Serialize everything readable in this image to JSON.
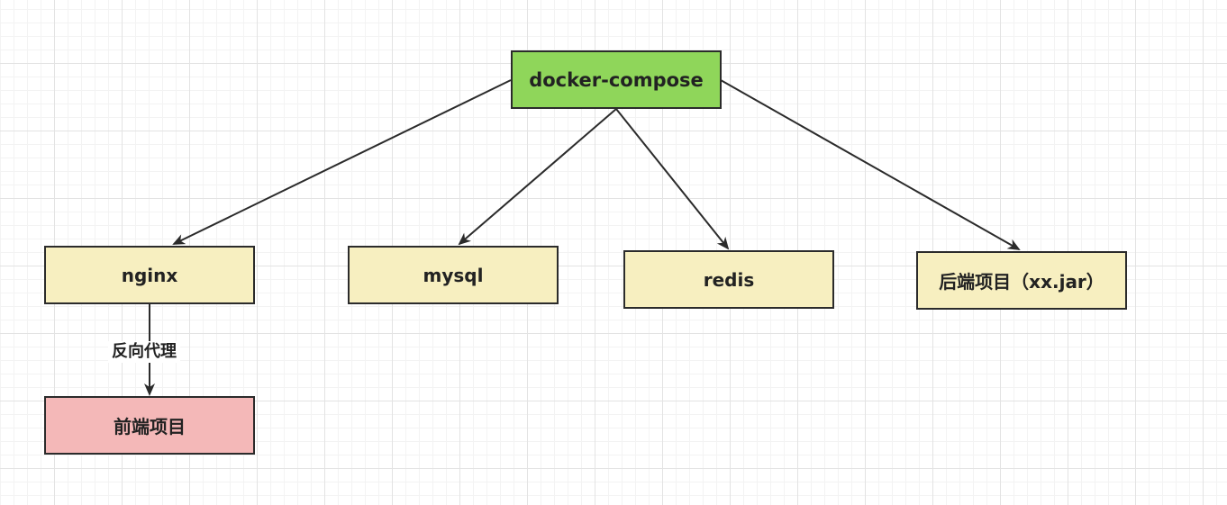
{
  "nodes": {
    "root": {
      "label": "docker-compose",
      "fill": "#8fd65a"
    },
    "nginx": {
      "label": "nginx",
      "fill": "#f7efc0"
    },
    "mysql": {
      "label": "mysql",
      "fill": "#f7efc0"
    },
    "redis": {
      "label": "redis",
      "fill": "#f7efc0"
    },
    "backend": {
      "label": "后端项目（xx.jar）",
      "fill": "#f7efc0"
    },
    "frontend": {
      "label": "前端项目",
      "fill": "#f4b8b8"
    }
  },
  "edges": [
    {
      "from": "root",
      "to": "nginx"
    },
    {
      "from": "root",
      "to": "mysql"
    },
    {
      "from": "root",
      "to": "redis"
    },
    {
      "from": "root",
      "to": "backend"
    },
    {
      "from": "nginx",
      "to": "frontend",
      "label": "反向代理"
    }
  ],
  "colors": {
    "stroke": "#2b2b2b"
  }
}
